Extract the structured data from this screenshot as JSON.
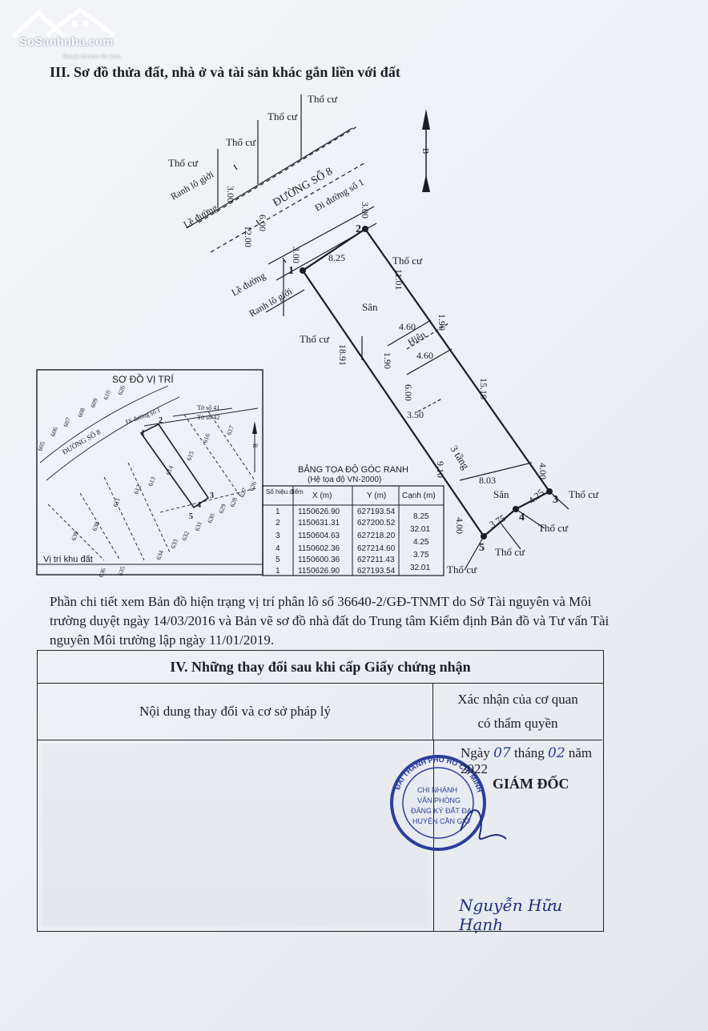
{
  "watermark": {
    "brand": "SoSanhnha.com",
    "tagline": "Great choice for you"
  },
  "section3_title": "III. Sơ đồ thửa đất, nhà ở và tài sản khác gắn liền với đất",
  "plot": {
    "tho_cu": "Thổ cư",
    "ranh_lo_gioi": "Ranh lô giới",
    "le_duong": "Lề đường",
    "road": "ĐƯỜNG SỐ 8",
    "road_dir": "Đi đường số 1",
    "san": "Sân",
    "hien": "Hiên",
    "floors": "3 tầng",
    "north": "B",
    "dims": {
      "d300a": "3.00",
      "d600": "6.00",
      "d1200": "12.00",
      "d300b": "3.00",
      "d300c": "3.00",
      "d825": "8.25",
      "d1101": "11.01",
      "d190a": "1.90",
      "d460a": "4.60",
      "d460b": "4.60",
      "d190b": "1.90",
      "d1891": "18.91",
      "d600b": "6.00",
      "d350": "3.50",
      "d1510": "15.10",
      "d910": "9.10",
      "d803": "8.03",
      "d400a": "4.00",
      "d425": "4.25",
      "d375": "3.75",
      "d400b": "4.00"
    },
    "points": {
      "p1": "1",
      "p2": "2",
      "p3": "3",
      "p4": "4",
      "p5": "5"
    }
  },
  "location_map": {
    "title": "SƠ ĐỒ VỊ TRÍ",
    "road": "ĐƯỜNG SỐ 8",
    "road_dir": "Đi đường số 1",
    "sheet41": "Tờ số 41",
    "sheet42": "Tờ số 42",
    "footer": "Vị trí khu đất",
    "north": "B",
    "lots": [
      "605",
      "606",
      "607",
      "608",
      "609",
      "610",
      "626",
      "635",
      "636",
      "616",
      "617",
      "615",
      "614",
      "613",
      "612",
      "611",
      "638",
      "639",
      "637",
      "634",
      "633",
      "632",
      "631",
      "630",
      "629",
      "628",
      "627",
      "626"
    ]
  },
  "coord_table": {
    "title": "BẢNG TỌA ĐỘ GÓC RANH",
    "subtitle": "(Hệ tọa độ VN-2000)",
    "headers": [
      "Số hiệu điểm",
      "X (m)",
      "Y (m)",
      "Cạnh (m)"
    ],
    "rows": [
      [
        "1",
        "1150626.90",
        "627193.54",
        ""
      ],
      [
        "2",
        "1150631.31",
        "627200.52",
        ""
      ],
      [
        "3",
        "1150604.63",
        "627218.20",
        ""
      ],
      [
        "4",
        "1150602.36",
        "627214.60",
        ""
      ],
      [
        "5",
        "1150600.36",
        "627211.43",
        ""
      ],
      [
        "1",
        "1150626.90",
        "627193.54",
        ""
      ]
    ],
    "edges": [
      "8.25",
      "32.01",
      "4.25",
      "3.75",
      "32.01"
    ]
  },
  "detail_paragraph": "Phần chi tiết xem Bản đồ hiện trạng vị trí phân lô số 36640-2/GĐ-TNMT do Sở Tài nguyên và Môi trường duyệt ngày 14/03/2016 và Bản vẽ sơ đồ nhà đất do Trung tâm Kiểm định Bản đồ và Tư vấn Tài nguyên Môi trường lập ngày 11/01/2019.",
  "section4": {
    "title": "IV. Những thay đổi sau khi cấp Giấy chứng nhận",
    "col1": "Nội dung thay đổi và cơ sở pháp lý",
    "col2_line1": "Xác nhận của cơ quan",
    "col2_line2": "có thẩm quyền",
    "date_prefix": "Ngày",
    "date_day": "07",
    "date_month_label": "tháng",
    "date_month": "02",
    "date_year_label": "năm",
    "date_year": "2022",
    "director": "GIÁM ĐỐC",
    "signer": "Nguyễn Hữu Hạnh"
  },
  "stamp": {
    "ring_text": "ĐAI THÀNH PHỐ HỒ CHÍ MINH",
    "line1": "CHI NHÁNH",
    "line2": "VĂN PHÒNG",
    "line3": "ĐĂNG KÝ ĐẤT ĐAI",
    "line4": "HUYỆN CẦN GIỜ"
  }
}
